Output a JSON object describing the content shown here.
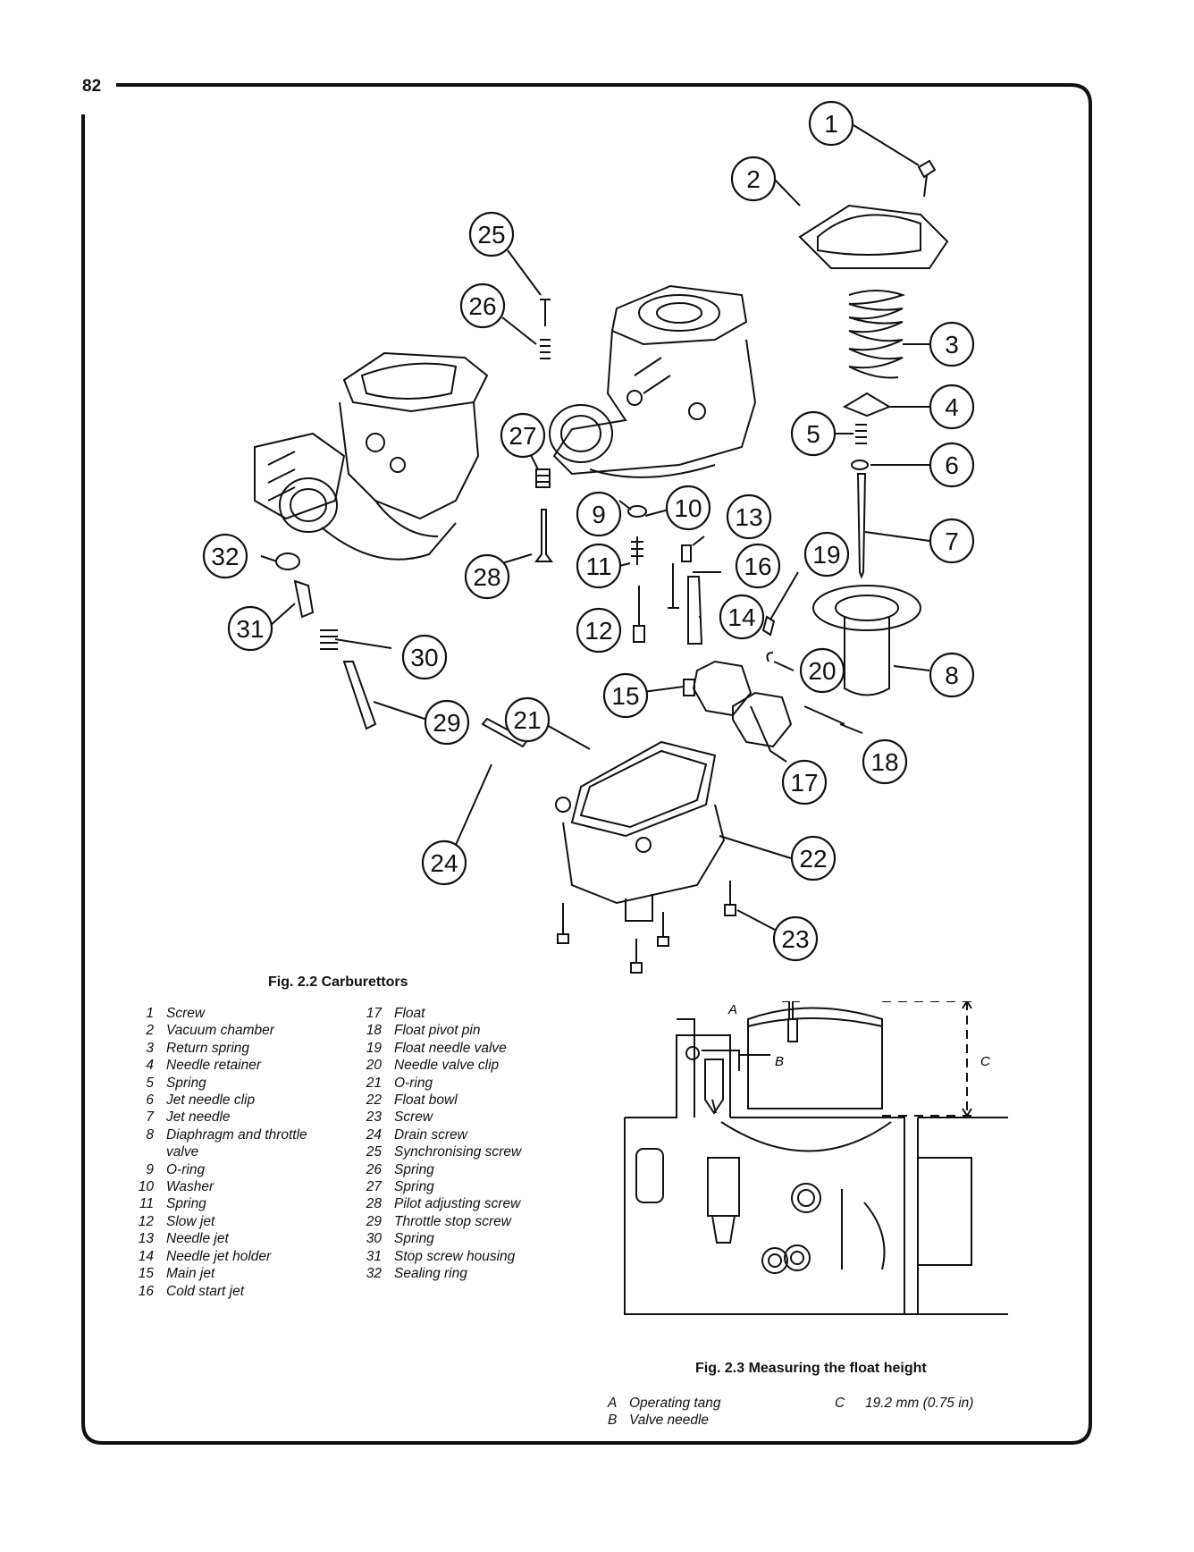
{
  "page": {
    "number": "82"
  },
  "fig22": {
    "caption": "Fig. 2.2 Carburettors",
    "callouts": [
      "1",
      "2",
      "3",
      "4",
      "5",
      "6",
      "7",
      "8",
      "9",
      "10",
      "11",
      "12",
      "13",
      "14",
      "15",
      "16",
      "17",
      "18",
      "19",
      "20",
      "21",
      "22",
      "23",
      "24",
      "25",
      "26",
      "27",
      "28",
      "29",
      "30",
      "31",
      "32"
    ],
    "legend_col1": [
      {
        "n": "1",
        "t": "Screw"
      },
      {
        "n": "2",
        "t": "Vacuum chamber"
      },
      {
        "n": "3",
        "t": "Return spring"
      },
      {
        "n": "4",
        "t": "Needle retainer"
      },
      {
        "n": "5",
        "t": "Spring"
      },
      {
        "n": "6",
        "t": "Jet needle clip"
      },
      {
        "n": "7",
        "t": "Jet needle"
      },
      {
        "n": "8",
        "t": "Diaphragm and throttle"
      },
      {
        "n": "",
        "t": "valve"
      },
      {
        "n": "9",
        "t": "O-ring"
      },
      {
        "n": "10",
        "t": "Washer"
      },
      {
        "n": "11",
        "t": "Spring"
      },
      {
        "n": "12",
        "t": "Slow jet"
      },
      {
        "n": "13",
        "t": "Needle jet"
      },
      {
        "n": "14",
        "t": "Needle jet holder"
      },
      {
        "n": "15",
        "t": "Main jet"
      },
      {
        "n": "16",
        "t": "Cold start jet"
      }
    ],
    "legend_col2": [
      {
        "n": "17",
        "t": "Float"
      },
      {
        "n": "18",
        "t": "Float pivot pin"
      },
      {
        "n": "19",
        "t": "Float needle valve"
      },
      {
        "n": "20",
        "t": "Needle valve clip"
      },
      {
        "n": "21",
        "t": "O-ring"
      },
      {
        "n": "22",
        "t": "Float bowl"
      },
      {
        "n": "23",
        "t": "Screw"
      },
      {
        "n": "24",
        "t": "Drain screw"
      },
      {
        "n": "25",
        "t": "Synchronising screw"
      },
      {
        "n": "26",
        "t": "Spring"
      },
      {
        "n": "27",
        "t": "Spring"
      },
      {
        "n": "28",
        "t": "Pilot adjusting screw"
      },
      {
        "n": "29",
        "t": "Throttle stop screw"
      },
      {
        "n": "30",
        "t": "Spring"
      },
      {
        "n": "31",
        "t": "Stop screw housing"
      },
      {
        "n": "32",
        "t": "Sealing ring"
      }
    ]
  },
  "fig23": {
    "caption": "Fig. 2.3 Measuring the float height",
    "labels": {
      "a": "A",
      "b": "B",
      "c": "C"
    },
    "legend": {
      "a_key": "A",
      "a_text": "Operating tang",
      "b_key": "B",
      "b_text": "Valve needle",
      "c_key": "C",
      "c_text": "19.2 mm (0.75 in)"
    }
  }
}
